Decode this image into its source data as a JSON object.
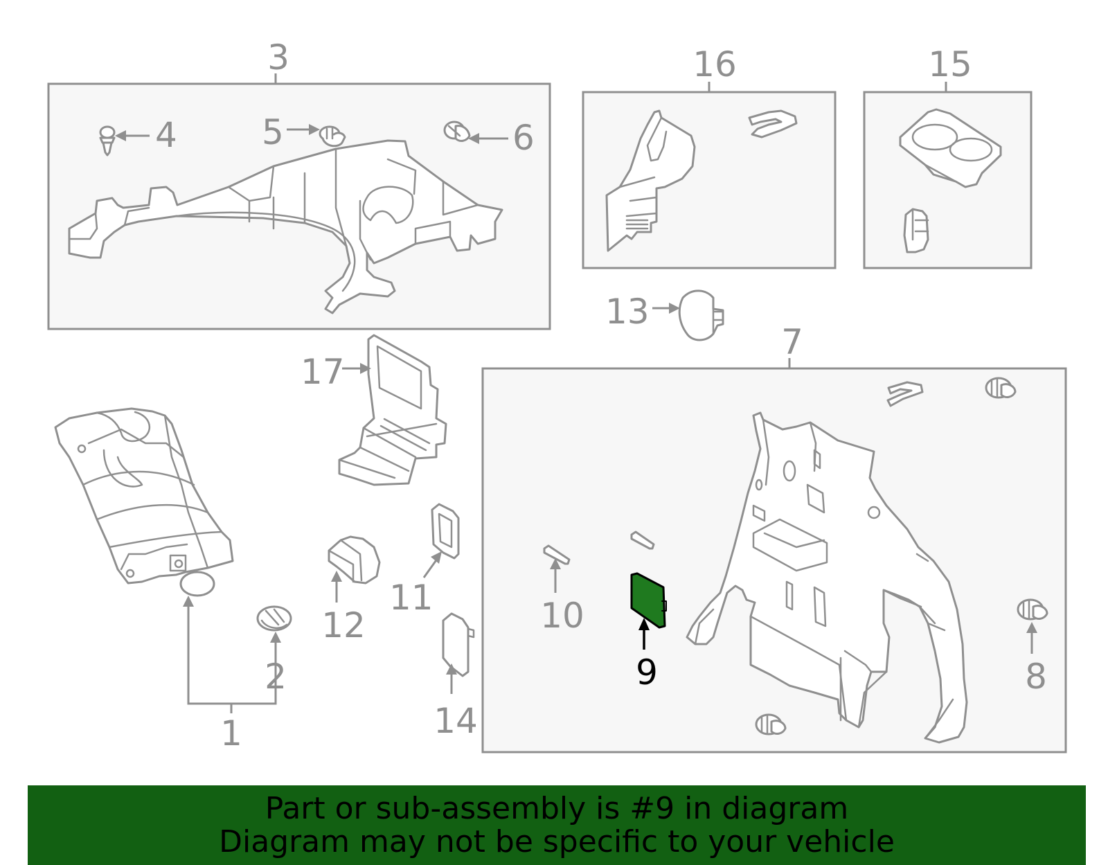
{
  "callouts": {
    "c1": "1",
    "c2": "2",
    "c3": "3",
    "c4": "4",
    "c5": "5",
    "c6": "6",
    "c7": "7",
    "c8": "8",
    "c9": "9",
    "c10": "10",
    "c11": "11",
    "c12": "12",
    "c13": "13",
    "c14": "14",
    "c15": "15",
    "c16": "16",
    "c17": "17"
  },
  "highlight": {
    "part_number": "9",
    "color": "#1f7a1f"
  },
  "banner": {
    "line1": "Part or sub-assembly is #9 in diagram",
    "line2": "Diagram may not be specific to your vehicle",
    "color": "#126012"
  }
}
